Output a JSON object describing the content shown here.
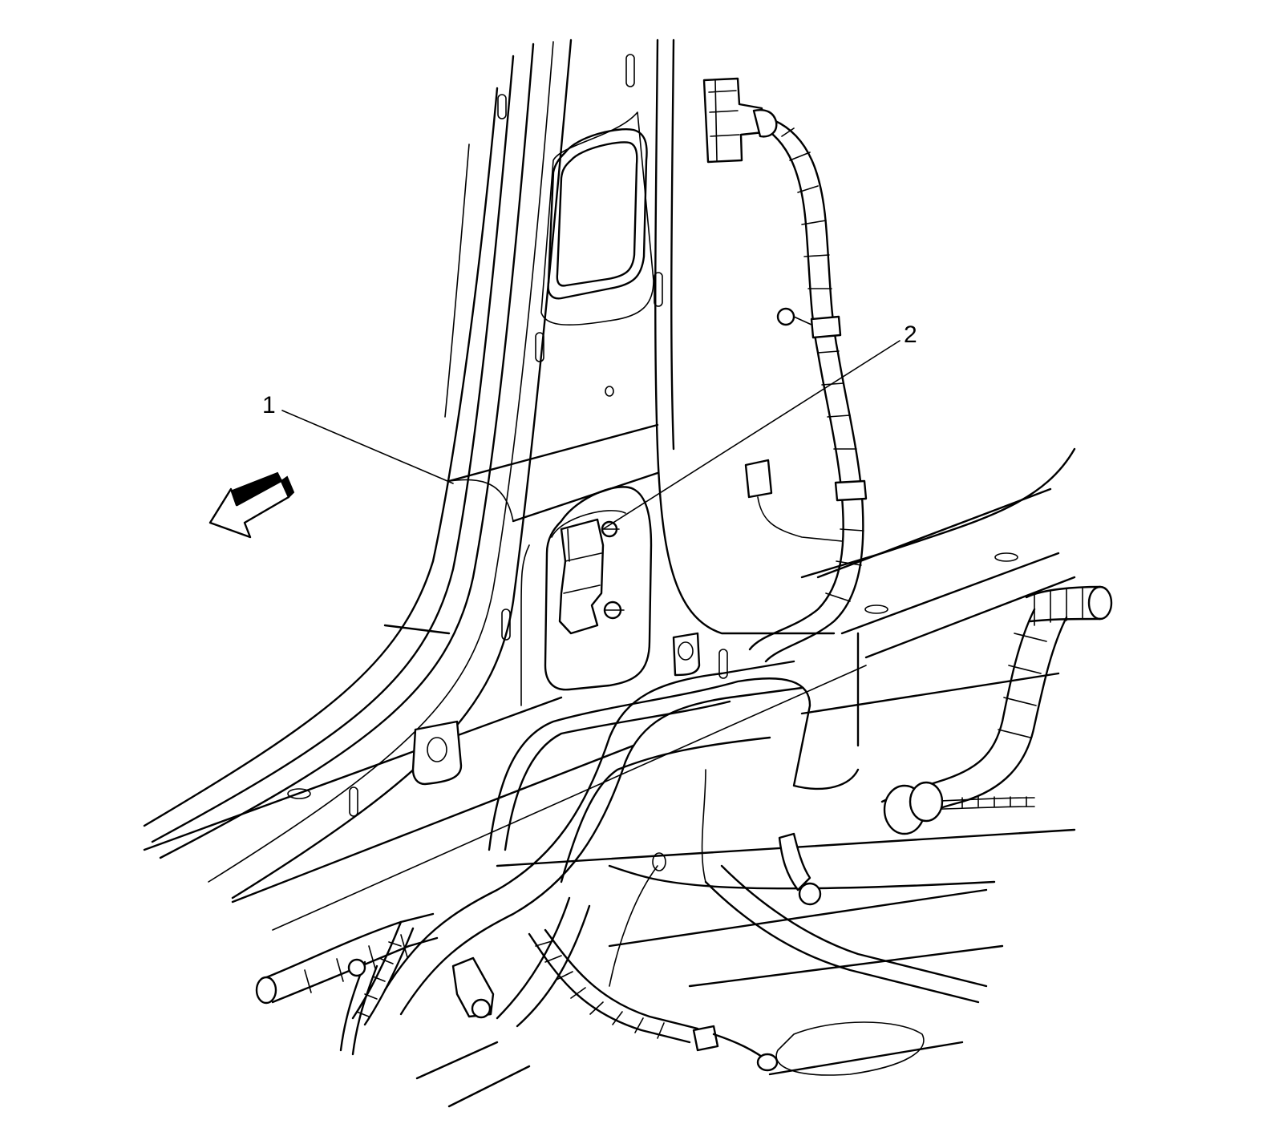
{
  "callouts": [
    {
      "id": "1",
      "label": "1"
    },
    {
      "id": "2",
      "label": "2"
    }
  ],
  "icons": {
    "direction_arrow": "front-direction-arrow-icon"
  },
  "colors": {
    "line": "#000000",
    "background": "#ffffff"
  }
}
